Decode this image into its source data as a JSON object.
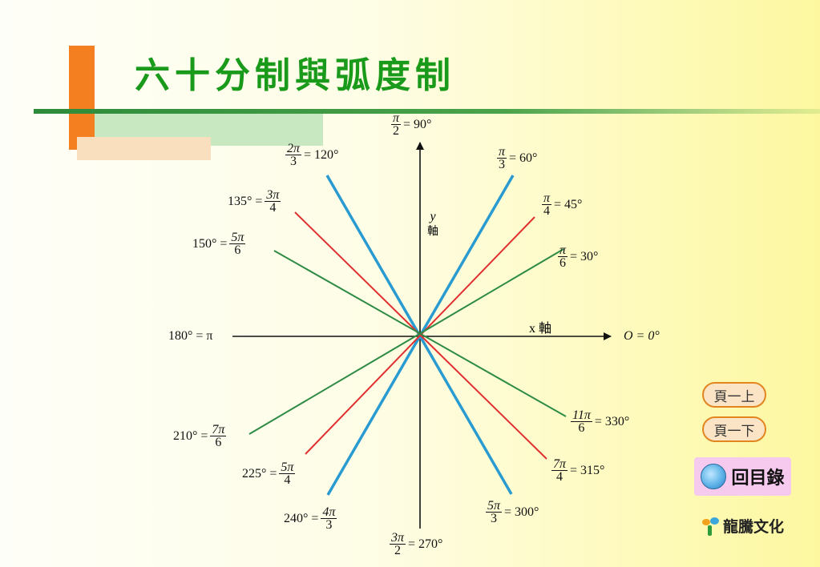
{
  "title": "六十分制與弧度制",
  "axes": {
    "x_axis_label": "x 軸",
    "y_axis_var": "y",
    "y_axis_word": "軸"
  },
  "labels": {
    "deg90": {
      "num": "π",
      "den": "2",
      "deg": "= 90°"
    },
    "deg120": {
      "num": "2π",
      "den": "3",
      "deg": "= 120°"
    },
    "deg60": {
      "num": "π",
      "den": "3",
      "deg": "= 60°"
    },
    "deg135": {
      "deg": "135° =",
      "num": "3π",
      "den": "4"
    },
    "deg45": {
      "num": "π",
      "den": "4",
      "deg": "= 45°"
    },
    "deg150": {
      "deg": "150° =",
      "num": "5π",
      "den": "6"
    },
    "deg30": {
      "num": "π",
      "den": "6",
      "deg": "= 30°"
    },
    "deg180": {
      "text": "180° = π"
    },
    "deg0": {
      "text": "O = 0°"
    },
    "deg210": {
      "deg": "210° =",
      "num": "7π",
      "den": "6"
    },
    "deg330": {
      "num": "11π",
      "den": "6",
      "deg": "= 330°"
    },
    "deg225": {
      "deg": "225° =",
      "num": "5π",
      "den": "4"
    },
    "deg315": {
      "num": "7π",
      "den": "4",
      "deg": "= 315°"
    },
    "deg240": {
      "deg": "240° =",
      "num": "4π",
      "den": "3"
    },
    "deg300": {
      "num": "5π",
      "den": "3",
      "deg": "= 300°"
    },
    "deg270": {
      "num": "3π",
      "den": "2",
      "deg": "= 270°"
    }
  },
  "nav": {
    "prev": "頁一上",
    "next": "頁一下",
    "toc": "回目錄"
  },
  "brand": "龍騰文化",
  "colors": {
    "title": "#1a9a1a",
    "line60": "#2a9bd1",
    "line45": "#e03030",
    "line30": "#2e8b45",
    "axis": "#111111"
  }
}
